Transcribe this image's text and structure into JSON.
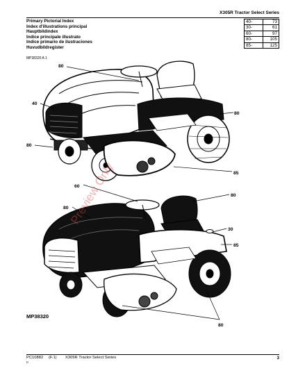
{
  "header": {
    "series_title": "X305R Tractor Select Series",
    "index_titles": [
      "Primary Pictorial Index",
      "Index d'illustrations principal",
      "Hauptbildindex",
      "Indice principale illustrato",
      "Indice primario de ilustraciones",
      "Huvudbildregister"
    ],
    "ref_rows": [
      {
        "from": "40-",
        "to": "73"
      },
      {
        "from": "30-",
        "to": "61"
      },
      {
        "from": "60-",
        "to": "97"
      },
      {
        "from": "80-",
        "to": "105"
      },
      {
        "from": "85-",
        "to": "125"
      }
    ],
    "figure_code": "MP38320 A 1"
  },
  "callouts": {
    "c80a": "80",
    "c40": "40",
    "c80b": "80",
    "c80c": "80",
    "c85a": "85",
    "c60": "60",
    "c80d": "80",
    "c80e": "80",
    "c30": "30",
    "c85b": "85",
    "c80f": "80"
  },
  "figure_label": "MP38320",
  "watermark": "Preview Only",
  "footer": {
    "doc_code": "PC10882",
    "revision": "(F.1)",
    "title": "X305R Tractor Select Series",
    "sub": "II",
    "page": "3"
  }
}
